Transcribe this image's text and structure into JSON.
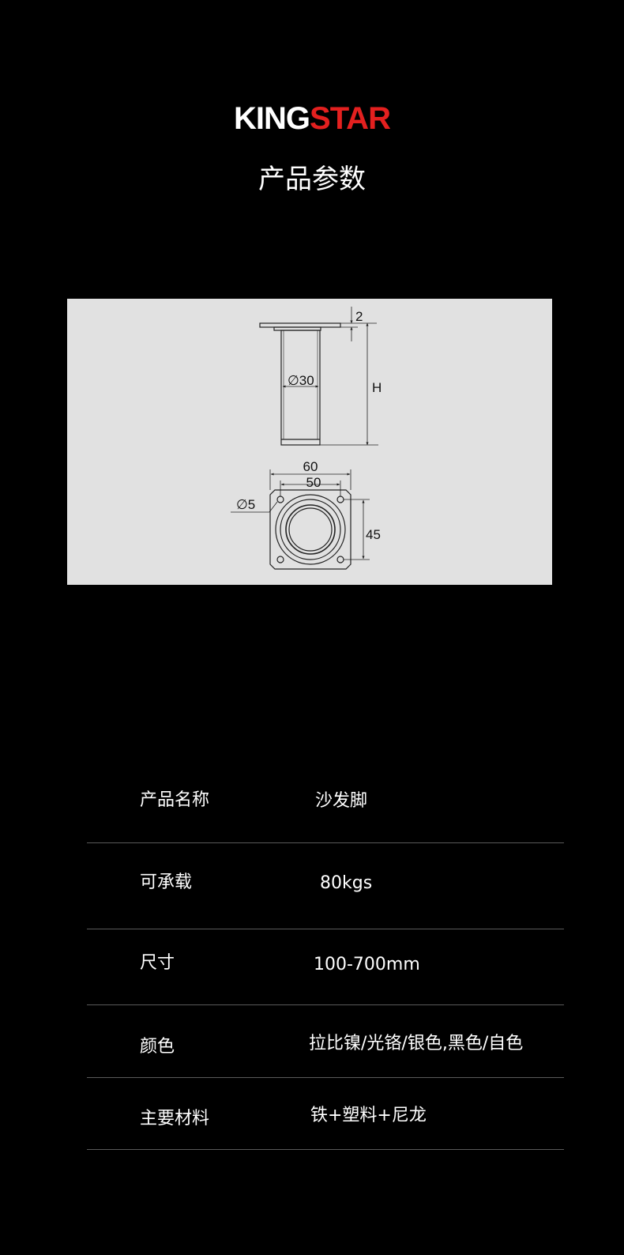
{
  "brand": {
    "part1": "KING",
    "part2": "STAR",
    "color_primary": "#ffffff",
    "color_accent": "#e3201f"
  },
  "page_title": "产品参数",
  "drawing": {
    "labels": {
      "plate_thickness": "2",
      "tube_diameter": "∅30",
      "height": "H",
      "plate_width": "60",
      "hole_spacing": "50",
      "hole_diameter": "∅5",
      "hole_spacing_vertical": "45"
    }
  },
  "specs": [
    {
      "label": "产品名称",
      "value": "沙发脚"
    },
    {
      "label": "可承载",
      "value": "80kgs"
    },
    {
      "label": "尺寸",
      "value": "100-700mm"
    },
    {
      "label": "颜色",
      "value": "拉比镍/光铬/银色,黑色/自色"
    },
    {
      "label": "主要材料",
      "value": "铁+塑料+尼龙"
    }
  ]
}
